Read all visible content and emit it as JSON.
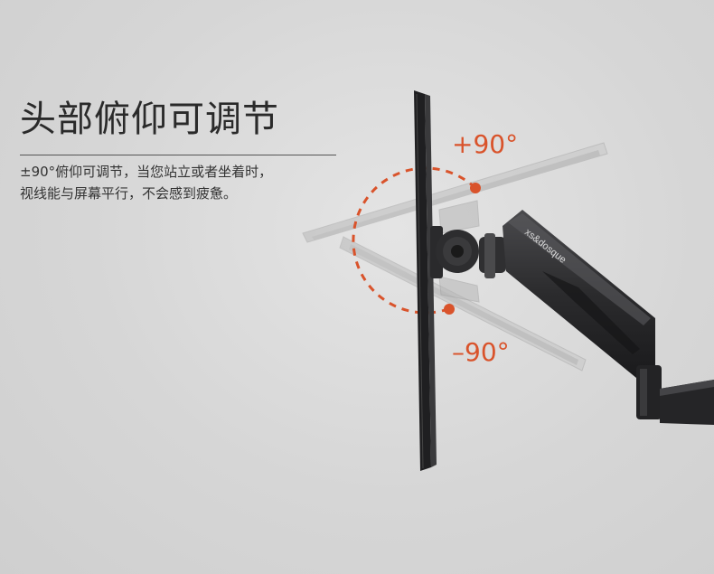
{
  "headline": "头部俯仰可调节",
  "description": {
    "line1": "±90°俯仰可调节，当您站立或者坐着时，",
    "line2": "视线能与屏幕平行，不会感到疲惫。"
  },
  "angles": {
    "up": "+90°",
    "down": "–90°"
  },
  "arm_brand_text": "xs&dosque",
  "colors": {
    "accent": "#d9532b",
    "arm": "#2b2b2d",
    "monitor": "#1f1f21"
  }
}
